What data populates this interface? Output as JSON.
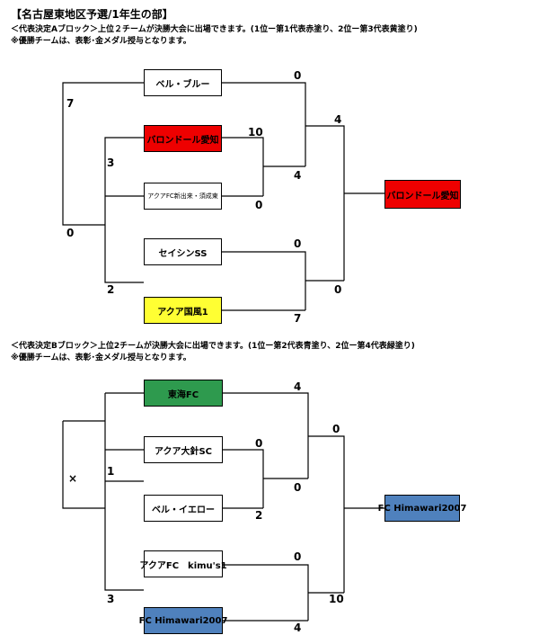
{
  "header": {
    "title": "【名古屋東地区予選/1年生の部】",
    "block_a_note1": "＜代表決定Aブロック＞上位２チームが決勝大会に出場できます。(1位ー第1代表赤塗り、2位ー第3代表黄塗り)",
    "block_a_note2": "※優勝チームは、表彰･金メダル授与となります。",
    "block_b_note1": "＜代表決定Bブロック＞上位2チームが決勝大会に出場できます。(1位ー第2代表青塗り、2位ー第4代表緑塗り)",
    "block_b_note2": "※優勝チームは、表彰･金メダル授与となります。"
  },
  "colors": {
    "red": "#ee0000",
    "yellow": "#ffff33",
    "green": "#2e9a4e",
    "blue": "#4f81bd",
    "white": "#ffffff"
  },
  "block_a": {
    "teams": [
      {
        "name": "ベル・ブルー",
        "fill": "white"
      },
      {
        "name": "バロンドール愛知",
        "fill": "red"
      },
      {
        "name": "アクアFC新出来・須成東",
        "fill": "white",
        "small": true
      },
      {
        "name": "セイシンSS",
        "fill": "white"
      },
      {
        "name": "アクア国風1",
        "fill": "yellow"
      }
    ],
    "winner": {
      "name": "バロンドール愛知",
      "fill": "red"
    },
    "scores": {
      "r1_top": "10",
      "r1_bottom": "0",
      "sf_top": "0",
      "sf_bottom": "4",
      "rr_left_top": "7",
      "rr_left_mid": "0",
      "rr_left_in": "3",
      "rr_left_bottom": "2",
      "sf2_top": "0",
      "sf2_bottom": "7",
      "final_top": "4",
      "final_bottom": "0"
    }
  },
  "block_b": {
    "teams": [
      {
        "name": "東海FC",
        "fill": "green"
      },
      {
        "name": "アクア大針SC",
        "fill": "white"
      },
      {
        "name": "ベル・イエロー",
        "fill": "white"
      },
      {
        "name": "アクアFC　kimu's1",
        "fill": "white"
      },
      {
        "name": "FC Himawari2007",
        "fill": "blue"
      }
    ],
    "winner": {
      "name": "FC Himawari2007",
      "fill": "blue"
    },
    "scores": {
      "r1_top": "0",
      "r1_bottom": "2",
      "sf_top": "4",
      "sf_bottom": "0",
      "rr_left_mid": "×",
      "rr_left_in": "1",
      "rr_left_bottom": "3",
      "sf2_top": "0",
      "sf2_bottom": "4",
      "final_top": "0",
      "final_bottom": "10"
    }
  }
}
